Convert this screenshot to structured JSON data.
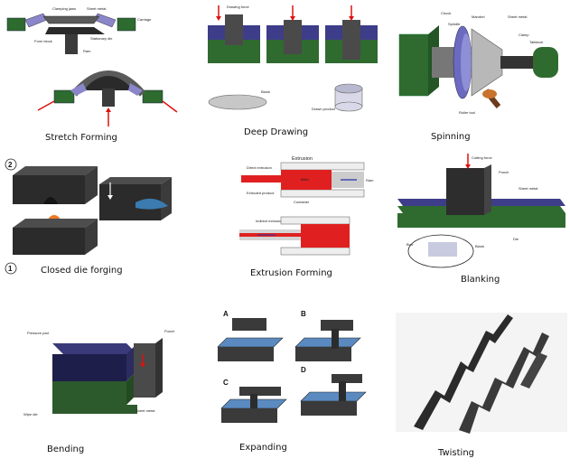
{
  "panels": {
    "stretch": {
      "caption": "Stretch Forming",
      "labels": {
        "clamp": "Clamping jaws",
        "sheet": "Sheet metal",
        "carriage": "Carriage",
        "form_block": "Form block",
        "ram": "Ram",
        "stationary": "Stationary die"
      }
    },
    "deep": {
      "caption": "Deep Drawing",
      "labels": {
        "punch": "Drawing force",
        "blank": "Blank",
        "product": "Drawn product"
      }
    },
    "spinning": {
      "caption": "Spinning",
      "labels": {
        "mandrel": "Mandrel",
        "spindle": "Spindle",
        "sheet": "Sheet metal",
        "clamp": "Clamp",
        "tailstock": "Tailstock",
        "roller": "Roller tool",
        "chuck": "Chuck"
      }
    },
    "closed_die": {
      "caption": "Closed die forging",
      "num_top": "2",
      "num_bottom": "1"
    },
    "extrusion": {
      "caption": "Extrusion Forming",
      "title": "Extrusion",
      "labels": {
        "direct": "Direct extrusion",
        "extruded": "Extruded product",
        "billet": "Billet",
        "ram": "Ram",
        "container": "Container",
        "indirect": "Indirect extrusion"
      }
    },
    "blanking": {
      "caption": "Blanking",
      "labels": {
        "force": "Cutting force",
        "punch": "Punch",
        "sheet": "Sheet metal",
        "burr": "Burr",
        "blank": "Blank",
        "die": "Die"
      }
    },
    "bending": {
      "caption": "Bending",
      "labels": {
        "pad": "Pressure pad",
        "punch": "Punch",
        "wipe": "Wipe die",
        "sheet": "Sheet metal"
      }
    },
    "expanding": {
      "caption": "Expanding",
      "letters": [
        "A",
        "B",
        "C",
        "D"
      ]
    },
    "twisting": {
      "caption": "Twisting"
    }
  }
}
